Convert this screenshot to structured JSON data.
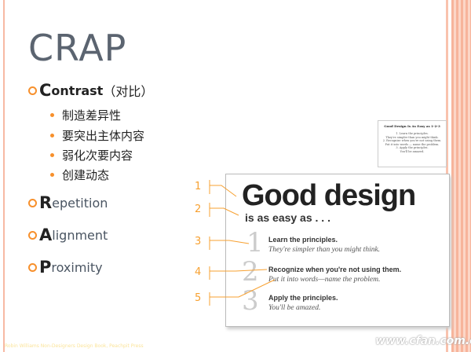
{
  "slide": {
    "title": "CRAP",
    "principles": [
      {
        "initial": "C",
        "rest": "ontrast",
        "note": "（对比）"
      },
      {
        "initial": "R",
        "rest": "epetition"
      },
      {
        "initial": "A",
        "rest": "lignment"
      },
      {
        "initial": "P",
        "rest": "roximity"
      }
    ],
    "contrast_points": [
      "制造差异性",
      "要突出主体内容",
      "弱化次要内容",
      "创建动态"
    ],
    "thumbnail": {
      "title": "Good Design Is As Easy as 1-2-3",
      "lines": [
        "1. Learn the principles.",
        "They're simpler than you might think.",
        "2. Recognize when you're not using them.",
        "Put it into words — name the problem.",
        "3. Apply the principles.",
        "You'll be amazed."
      ]
    },
    "card": {
      "headline": "Good design",
      "subhead": "is as easy as . . .",
      "steps": [
        {
          "num": "1",
          "title": "Learn the principles.",
          "italic": "They're simpler than you might think."
        },
        {
          "num": "2",
          "title": "Recognize when you're not using them.",
          "italic": "Put it into words—name the problem."
        },
        {
          "num": "3",
          "title": "Apply the principles.",
          "italic": "You'll be amazed."
        }
      ]
    },
    "callouts": [
      "1",
      "2",
      "3",
      "4",
      "5"
    ],
    "footer": "Robin Williams Non-Designers Design Book, Peachpit Press",
    "watermark": "www.cfan.com.cn",
    "colors": {
      "accent": "#f7902c",
      "title": "#5b6470",
      "border": "#f7b49b"
    }
  }
}
